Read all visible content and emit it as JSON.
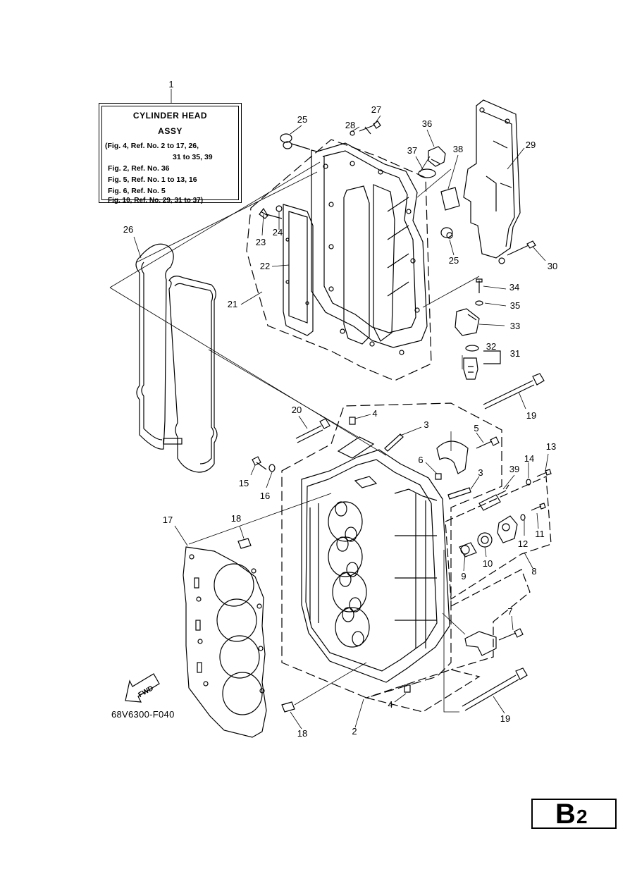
{
  "legend": {
    "title_line1": "CYLINDER HEAD",
    "title_line2": "ASSY",
    "lines": [
      "(Fig. 4, Ref. No. 2 to 17, 26,",
      "31 to 35, 39",
      "Fig. 2, Ref. No. 36",
      "Fig. 5, Ref. No. 1 to 13, 16",
      "Fig. 6, Ref. No. 5",
      "Fig. 10, Ref. No. 29, 31 to 37)"
    ]
  },
  "drawing_code": "68V6300-F040",
  "fwd_label": "FWD",
  "page_badge": {
    "letter": "B",
    "number": "2"
  },
  "callouts": [
    {
      "n": "1"
    },
    {
      "n": "25"
    },
    {
      "n": "27"
    },
    {
      "n": "28"
    },
    {
      "n": "36"
    },
    {
      "n": "37"
    },
    {
      "n": "38"
    },
    {
      "n": "29"
    },
    {
      "n": "26"
    },
    {
      "n": "24"
    },
    {
      "n": "23"
    },
    {
      "n": "22"
    },
    {
      "n": "21"
    },
    {
      "n": "25"
    },
    {
      "n": "30"
    },
    {
      "n": "34"
    },
    {
      "n": "35"
    },
    {
      "n": "33"
    },
    {
      "n": "32"
    },
    {
      "n": "31"
    },
    {
      "n": "19"
    },
    {
      "n": "20"
    },
    {
      "n": "4"
    },
    {
      "n": "3"
    },
    {
      "n": "5"
    },
    {
      "n": "6"
    },
    {
      "n": "3"
    },
    {
      "n": "39"
    },
    {
      "n": "14"
    },
    {
      "n": "13"
    },
    {
      "n": "15"
    },
    {
      "n": "16"
    },
    {
      "n": "18"
    },
    {
      "n": "17"
    },
    {
      "n": "12"
    },
    {
      "n": "11"
    },
    {
      "n": "10"
    },
    {
      "n": "9"
    },
    {
      "n": "8"
    },
    {
      "n": "7"
    },
    {
      "n": "4"
    },
    {
      "n": "19"
    },
    {
      "n": "18"
    },
    {
      "n": "2"
    }
  ]
}
